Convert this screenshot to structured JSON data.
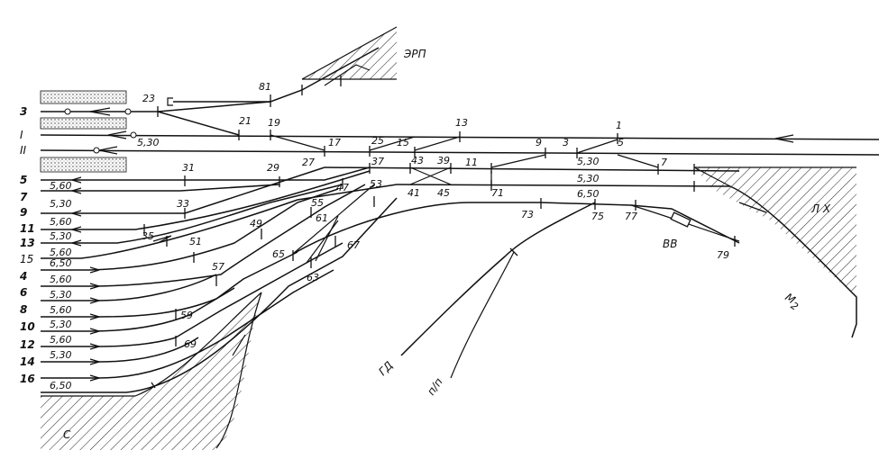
{
  "zones": {
    "erp": "ЭРП",
    "lkh": "Л Х",
    "s": "С",
    "vv": "ВВ",
    "m2": "M",
    "m2_sub": "2",
    "gd": "ГД",
    "pp": "п/п"
  },
  "left_tracks": {
    "top": [
      "3",
      "I",
      "II"
    ],
    "group1": [
      {
        "n": "5",
        "cap": "5,60"
      },
      {
        "n": "7",
        "cap": "5,30"
      },
      {
        "n": "9",
        "cap": "5,60"
      },
      {
        "n": "11",
        "cap": "5,30"
      },
      {
        "n": "13",
        "cap": "5,60"
      },
      {
        "n": "15",
        "cap": ""
      }
    ],
    "group2": [
      {
        "n": "4",
        "cap": "6,50"
      },
      {
        "n": "6",
        "cap": "5,60"
      },
      {
        "n": "8",
        "cap": "5,30"
      },
      {
        "n": "10",
        "cap": "5,60"
      },
      {
        "n": "12",
        "cap": "5,30"
      },
      {
        "n": "14",
        "cap": "5,60"
      },
      {
        "n": "16",
        "cap": "5,30"
      },
      {
        "n": "",
        "cap": "6,50"
      }
    ]
  },
  "capacity_labels": {
    "track2": "5,30",
    "main_a": "5,30",
    "main_b": "5,30",
    "main_c": "6,50"
  },
  "switches": [
    "1",
    "3",
    "5",
    "7",
    "9",
    "11",
    "13",
    "15",
    "17",
    "19",
    "21",
    "23",
    "25",
    "27",
    "29",
    "31",
    "33",
    "35",
    "37",
    "39",
    "41",
    "43",
    "45",
    "47",
    "49",
    "51",
    "53",
    "55",
    "57",
    "59",
    "61",
    "63",
    "65",
    "67",
    "69",
    "71",
    "73",
    "75",
    "77",
    "79",
    "81"
  ]
}
